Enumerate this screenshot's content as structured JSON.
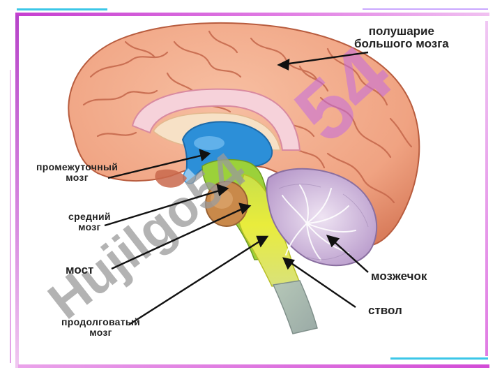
{
  "labels": {
    "cerebrum": "полушарие\nбольшого мозга",
    "diencephalon": "промежуточный\nмозг",
    "midbrain": "средний\nмозг",
    "pons": "мост",
    "medulla": "продолговатый\nмозг",
    "cerebellum": "мозжечок",
    "stem": "ствол"
  },
  "watermark": "Hujilgo54",
  "colors": {
    "frame_top": "#d24bd6",
    "frame_top_light": "#eaa3ea",
    "frame_accent_cyan": "#3cc7e8",
    "frame_left": "#b744c9",
    "cortex": "#f2a888",
    "cortex_dark": "#c9684c",
    "corpus_callosum": "#f6d2da",
    "diencephalon": "#2c8fd8",
    "midbrain_green": "#9bd13a",
    "pons_brown": "#c9894a",
    "stem_yellow": "#e4e83a",
    "cerebellum": "#cdb6d9",
    "cerebellum_dark": "#8a6fa0",
    "spinal": "#a9b9b2",
    "watermark_gray": "#9a9a9a",
    "watermark_violet": "#c46be0"
  }
}
